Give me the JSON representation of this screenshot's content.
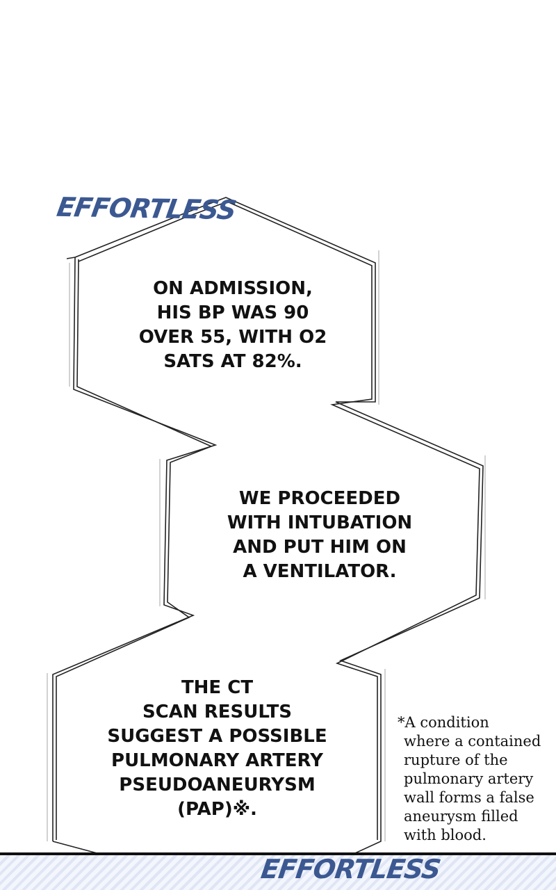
{
  "sfx": {
    "top": "EFFORTLESS",
    "bottom": "EFFORTLESS",
    "color": "#3b5891"
  },
  "bubbles": [
    {
      "lines": [
        "ON ADMISSION,",
        "HIS BP WAS 90",
        "OVER 55, WITH O2",
        "SATS AT 82%."
      ]
    },
    {
      "lines": [
        "WE PROCEEDED",
        "WITH INTUBATION",
        "AND PUT HIM ON",
        "A VENTILATOR."
      ]
    },
    {
      "lines": [
        "THE CT",
        "SCAN RESULTS",
        "SUGGEST A POSSIBLE",
        "PULMONARY ARTERY",
        "PSEUDOANEURYSM",
        "(PAP)※."
      ]
    }
  ],
  "footnote": {
    "lines": [
      "*A condition",
      "where a contained",
      "rupture of the",
      "pulmonary artery",
      "wall forms a false",
      "aneurysm filled",
      "with blood."
    ]
  }
}
